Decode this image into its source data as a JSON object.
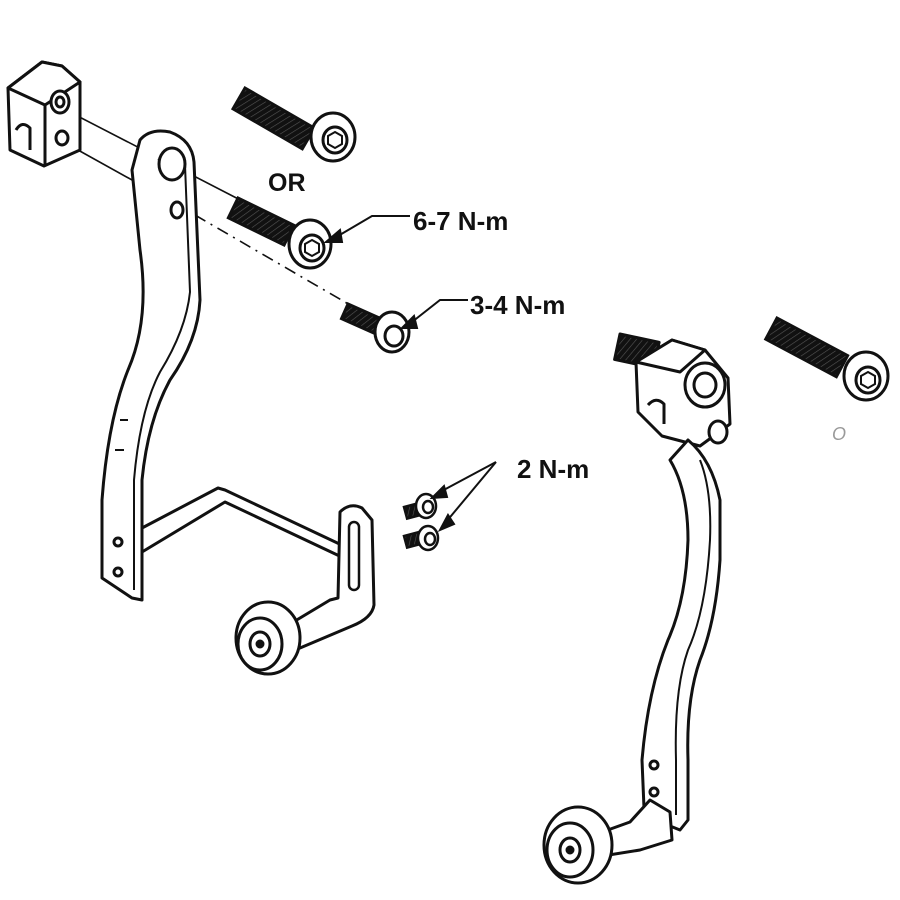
{
  "labels": {
    "or": "OR",
    "torque_6_7": "6-7 N-m",
    "torque_3_4": "3-4 N-m",
    "torque_2": "2 N-m",
    "small_o": "O"
  },
  "colors": {
    "ink": "#111111",
    "paper": "#ffffff",
    "faint": "#9a9a9a"
  }
}
